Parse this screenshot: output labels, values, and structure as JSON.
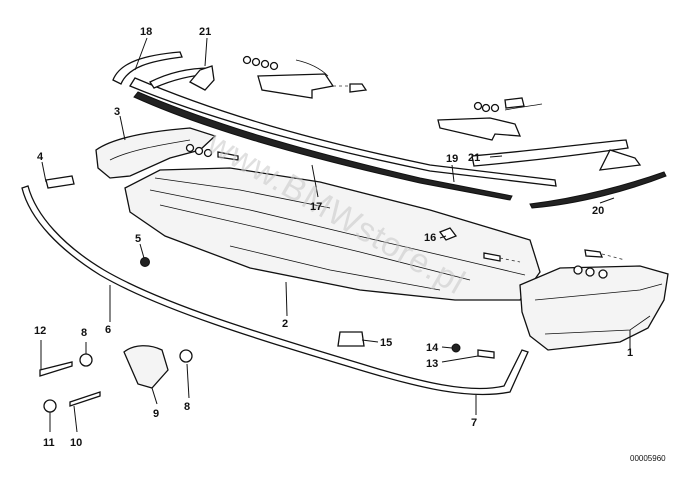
{
  "diagram": {
    "watermark": "www.BMWstore.pl",
    "part_number": "00005960",
    "callouts": [
      "1",
      "2",
      "3",
      "4",
      "5",
      "6",
      "7",
      "8",
      "8",
      "9",
      "10",
      "11",
      "12",
      "13",
      "14",
      "15",
      "16",
      "17",
      "18",
      "19",
      "20",
      "21",
      "21"
    ]
  }
}
